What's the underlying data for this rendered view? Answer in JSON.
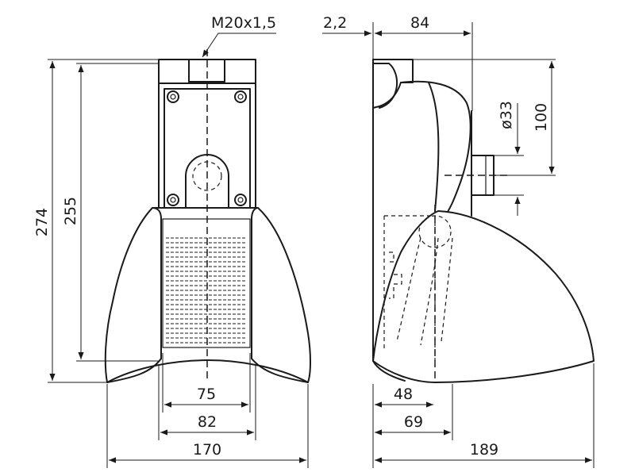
{
  "figure": {
    "views": [
      "front-view",
      "side-view"
    ],
    "dimensions": {
      "thread": "M20x1,5",
      "gap": "2,2",
      "side_depth_top": "84",
      "bracket_diameter": "ø33",
      "bracket_height": "100",
      "total_height": "274",
      "body_height": "255",
      "front_inner_width": "75",
      "front_mid_width": "82",
      "front_total_width": "170",
      "side_offset_48": "48",
      "side_offset_69": "69",
      "side_total_depth": "189"
    }
  }
}
